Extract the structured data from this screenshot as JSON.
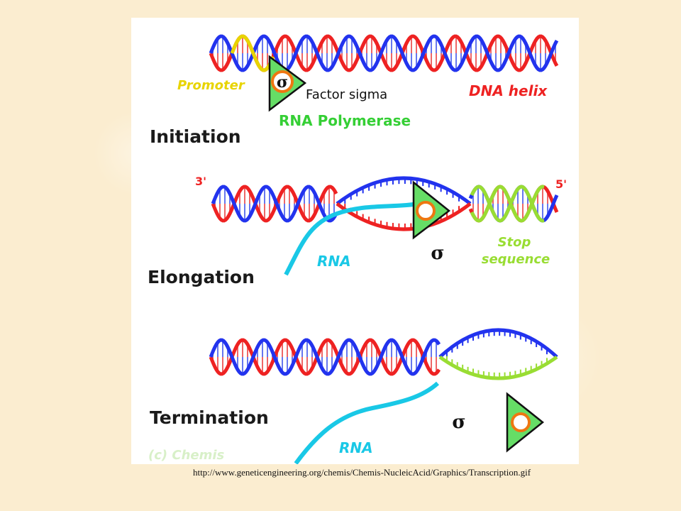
{
  "diagram": {
    "labels": {
      "promoter": "Promoter",
      "factor_sigma": "Factor sigma",
      "dna_helix": "DNA helix",
      "rna_polymerase": "RNA Polymerase",
      "initiation": "Initiation",
      "three_prime": "3'",
      "five_prime": "5'",
      "rna_elongation": "RNA",
      "stop_sequence_line1": "Stop",
      "stop_sequence_line2": "sequence",
      "elongation": "Elongation",
      "termination": "Termination",
      "rna_termination": "RNA",
      "copyright": "(c) Chemis",
      "sigma_symbol": "σ"
    },
    "colors": {
      "strand_blue": "#2233ee",
      "strand_red": "#ee2222",
      "promoter_yellow": "#e8d400",
      "stop_green": "#99dd33",
      "polymerase_green": "#66dd66",
      "rna_cyan": "#19c8e6",
      "sigma_orange": "#ee7711"
    }
  },
  "footer": {
    "source_url": "http://www.geneticengineering.org/chemis/Chemis-NucleicAcid/Graphics/Transcription.gif"
  }
}
